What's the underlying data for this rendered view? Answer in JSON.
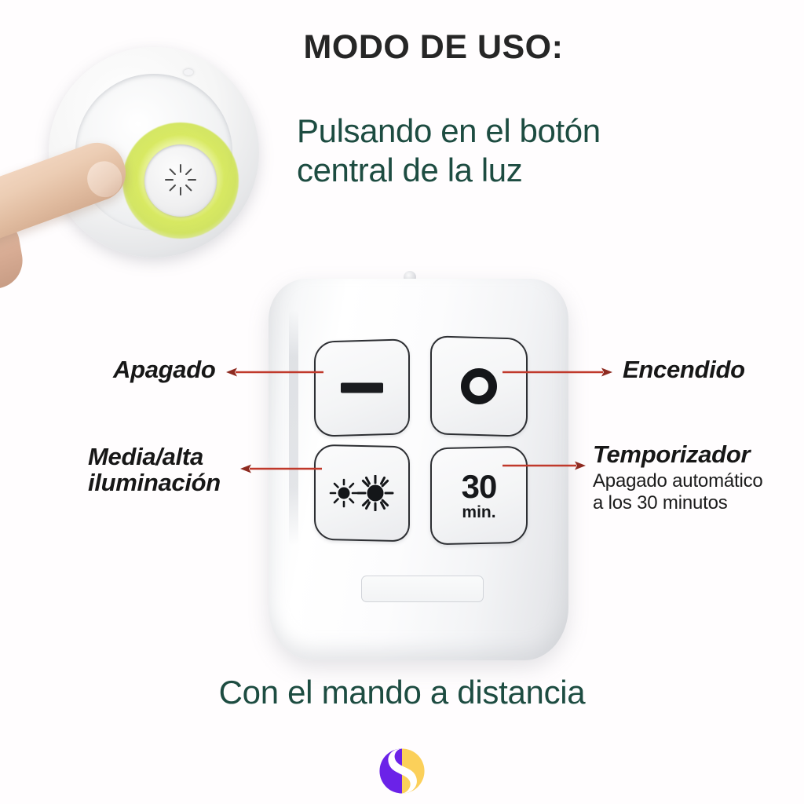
{
  "page": {
    "background_color": "#fffdfe",
    "title": "MODO DE USO:",
    "title_color": "#262626"
  },
  "colors": {
    "green_text": "#1d4c41",
    "label_text": "#171717",
    "arrow_red": "#c0392b",
    "logo_purple": "#6b22e8",
    "logo_yellow": "#fbd05a",
    "glow_yellow": "#d6e85a"
  },
  "sections": {
    "method_one": {
      "instruction": "Pulsando en el botón\ncentral de la luz",
      "image_alt": "finger-pressing-puck-light"
    },
    "method_two": {
      "caption": "Con el mando a distancia"
    }
  },
  "remote": {
    "buttons": [
      {
        "id": "off",
        "icon": "minus-icon",
        "icon_label": "",
        "callout": "Apagado",
        "callout_sub": "",
        "arrow_direction": "left"
      },
      {
        "id": "on",
        "icon": "power-ring-icon",
        "icon_label": "",
        "callout": "Encendido",
        "callout_sub": "",
        "arrow_direction": "right"
      },
      {
        "id": "brightness",
        "icon": "two-suns-icon",
        "icon_label": "",
        "callout": "Media/alta\niluminación",
        "callout_sub": "",
        "arrow_direction": "left"
      },
      {
        "id": "timer",
        "icon": "timer-30min-icon",
        "icon_label": "30",
        "icon_unit": "min.",
        "callout": "Temporizador",
        "callout_sub": "Apagado automático\na los 30 minutos",
        "arrow_direction": "right"
      }
    ]
  },
  "logo": {
    "name": "s-circle-logo",
    "letter": "S"
  }
}
